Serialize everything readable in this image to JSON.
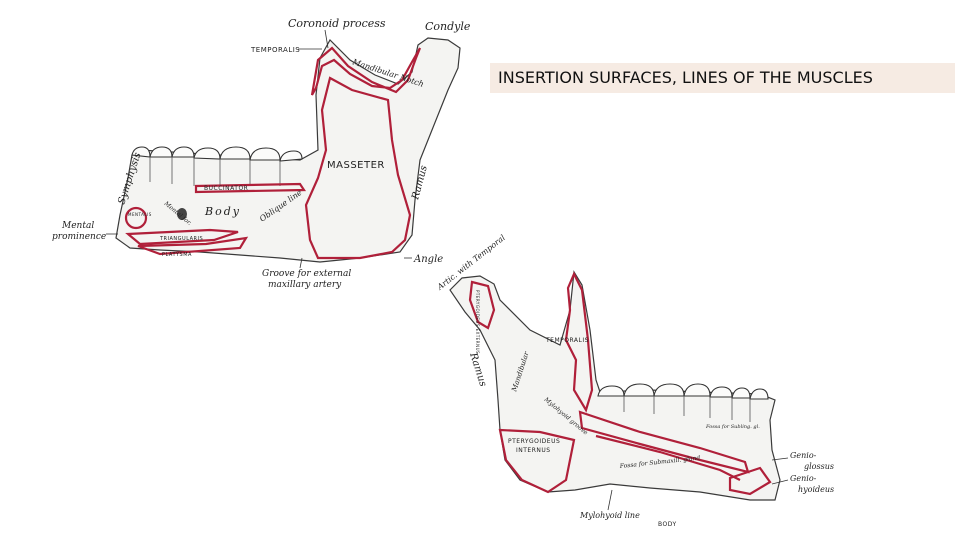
{
  "title": "INSERTION SURFACES, LINES OF THE MUSCLES",
  "colors": {
    "muscle_outline": "#b0203a",
    "title_bg": "#f6ebe3",
    "bone": "#f4f4f2"
  },
  "lateral_view": {
    "labels": {
      "coronoid_process": "Coronoid process",
      "condyle": "Condyle",
      "temporalis": "TEMPORALIS",
      "mandibular_notch": "Mandibular Notch",
      "masseter": "MASSETER",
      "ramus": "Ramus",
      "symphysis": "Symphysis",
      "mental_prominence_1": "Mental",
      "mental_prominence_2": "prominence",
      "mental_foramen": "Mental for.",
      "body": "Body",
      "oblique_line": "Oblique line",
      "buccinator": "BUCCINATOR",
      "mentalis": "MENTALIS",
      "triangularis": "TRIANGULARIS",
      "platysma": "PLATYSMA",
      "groove_1": "Groove for external",
      "groove_2": "maxillary artery",
      "angle": "Angle"
    }
  },
  "medial_view": {
    "labels": {
      "artic_temporal": "Artic. with Temporal",
      "pterygoideus_externus": "PTERYGOIDEUS EXTERNUS",
      "temporalis": "TEMPORALIS",
      "ramus": "Ramus",
      "mandibular_foramen": "Mandibular",
      "mylohyoid_groove": "Mylohyoid groove",
      "pterygoideus_internus_1": "PTERYGOIDEUS",
      "pterygoideus_internus_2": "INTERNUS",
      "submaxillary_fossa": "Fossa for Submaxill. gland",
      "sublingual_fossa": "Fossa for Subling. gl.",
      "genioglossus_1": "Genio-",
      "genioglossus_2": "glossus",
      "geniohyoideus_1": "Genio-",
      "geniohyoideus_2": "hyoideus",
      "mylohyoid_line": "Mylohyoid line",
      "body": "BODY"
    }
  }
}
